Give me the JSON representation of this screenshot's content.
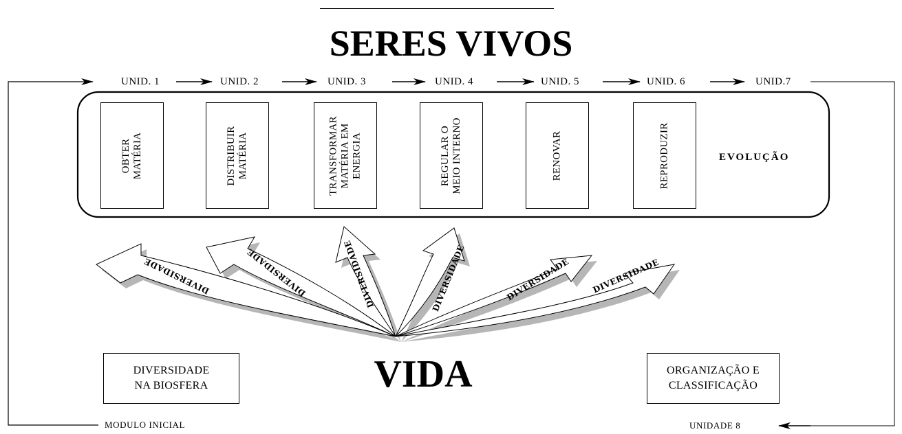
{
  "title": "SERES VIVOS",
  "center_label": "VIDA",
  "units": [
    "UNID. 1",
    "UNID. 2",
    "UNID. 3",
    "UNID. 4",
    "UNID. 5",
    "UNID. 6",
    "UNID.7"
  ],
  "process_boxes": [
    "OBTER\nMATÉRIA",
    "DISTRIBUIR\nMATÉRIA",
    "TRANSFORMAR\nMATÉRIA EM\nENERGIA",
    "REGULAR O\nMEIO INTERNO",
    "RENOVAR",
    "REPRODUZIR"
  ],
  "evolution_label": "EVOLUÇÃO",
  "fan_label": "DIVERSIDADE",
  "left_box": "DIVERSIDADE\nNA BIOSFERA",
  "right_box": "ORGANIZAÇÃO E\nCLASSIFICAÇÃO",
  "footer_left": "MODULO INICIAL",
  "footer_right": "UNIDADE 8"
}
